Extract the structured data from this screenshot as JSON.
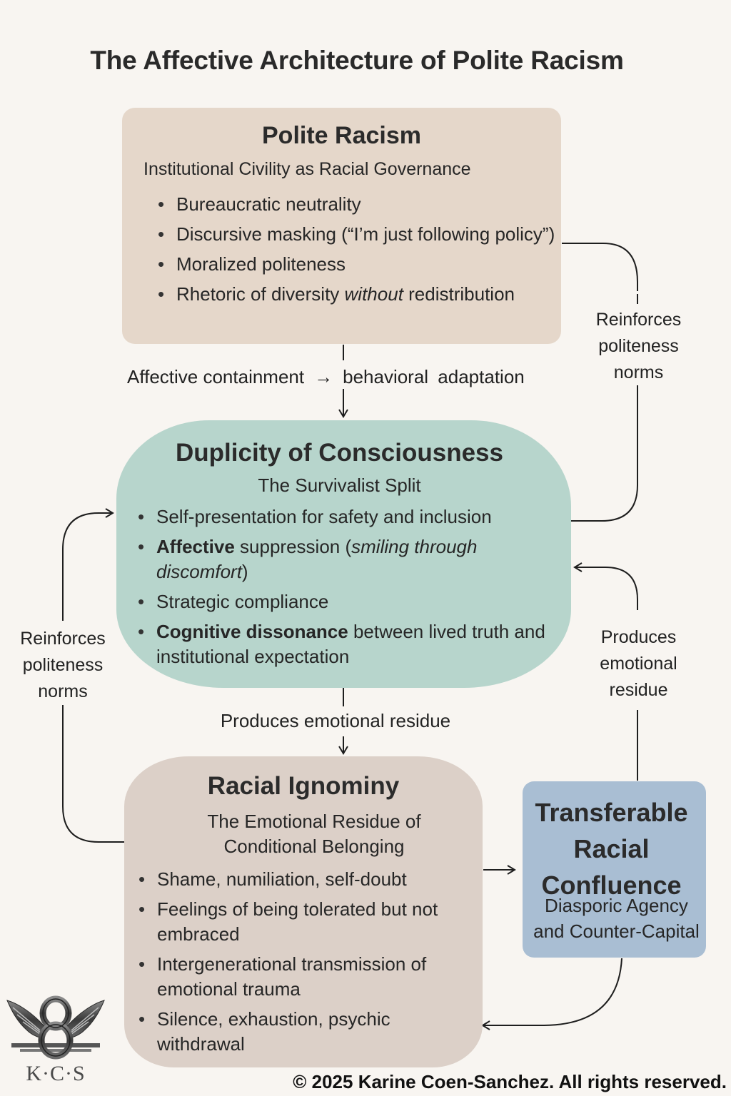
{
  "title": "The Affective Architecture of Polite Racism",
  "colors": {
    "background": "#f8f5f1",
    "polite_racism_box": "#e5d7ca",
    "duplicity_box": "#b7d5cc",
    "ignominy_box": "#dcd0c8",
    "transferable_box": "#a9bed3",
    "connector": "#1e1e1e"
  },
  "nodes": {
    "polite_racism": {
      "title": "Polite Racism",
      "subtitle": "Institutional Civility as Racial Governance",
      "items": [
        {
          "text": "Bureaucratic neutrality"
        },
        {
          "text": "Discursive masking (“I’m just following policy”)"
        },
        {
          "text": "Moralized politeness"
        },
        {
          "before": "Rhetoric of diversity ",
          "italic": "without",
          "after": " redistribution"
        }
      ]
    },
    "duplicity": {
      "title": "Duplicity of Consciousness",
      "subtitle": "The Survivalist Split",
      "items": [
        {
          "text": "Self-presentation for safety and inclusion"
        },
        {
          "bold": "Affective",
          "before": " suppression (",
          "italic": "smiling through discomfort",
          "after": ")"
        },
        {
          "text": "Strategic compliance"
        },
        {
          "bold": "Cognitive dissonance",
          "after": " between lived truth and institutional expectation"
        }
      ]
    },
    "ignominy": {
      "title": "Racial Ignominy",
      "subtitle_line1": "The Emotional Residue of",
      "subtitle_line2": "Conditional Belonging",
      "items": [
        {
          "text": "Shame, numiliation, self-doubt"
        },
        {
          "text": "Feelings of being tolerated but not embraced"
        },
        {
          "text": "Intergenerational transmission of emotional trauma"
        },
        {
          "text": "Silence, exhaustion, psychic withdrawal"
        }
      ]
    },
    "transferable": {
      "title_lines": [
        "Transferable",
        "Racial",
        "Confluence"
      ],
      "subtitle_line1": "Diasporic Agency",
      "subtitle_line2": "and Counter-Capital"
    }
  },
  "edges": {
    "polite_to_duplicity": {
      "left": "Affective containment",
      "arrow": "→",
      "right": "behavioral  adaptation"
    },
    "duplicity_to_ignominy": {
      "label": "Produces emotional residue"
    },
    "duplicity_to_polite": {
      "label_lines": [
        "Reinforces",
        "politeness",
        "norms"
      ]
    },
    "ignominy_to_duplicity": {
      "label_lines": [
        "Reinforces",
        "politeness",
        "norms"
      ]
    },
    "transferable_to_duplicity": {
      "label_lines": [
        "Produces",
        "emotional",
        "residue"
      ]
    },
    "ignominy_to_transferable": {},
    "transferable_to_ignominy": {}
  },
  "logo": {
    "text": "K·C·S",
    "icon": "winged-infinity-icon"
  },
  "copyright": "© 2025 Karine Coen-Sanchez. All rights reserved."
}
